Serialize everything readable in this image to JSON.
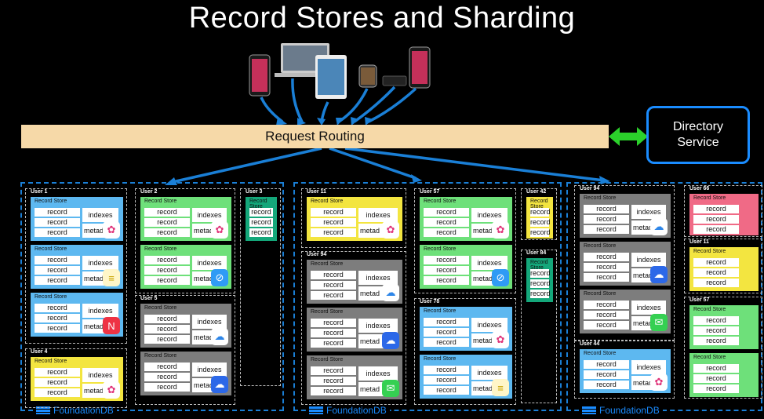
{
  "title": "Record Stores and Sharding",
  "routing_label": "Request Routing",
  "directory_label": "Directory Service",
  "foundationdb_label": "FoundationDB",
  "store_label": "Record Store",
  "record_label": "record",
  "indexes_label": "indexes",
  "metadata_label": "metad",
  "clusters": [
    {
      "users": [
        {
          "label": "User 1",
          "stores": [
            {
              "color": "blue",
              "icon": "photos-icon"
            },
            {
              "color": "blue",
              "icon": "notes-icon"
            },
            {
              "color": "blue",
              "icon": "news-icon"
            }
          ]
        },
        {
          "label": "User 4",
          "stores": [
            {
              "color": "yellow",
              "icon": "photos-icon"
            }
          ]
        },
        {
          "label": "User 2",
          "stores": [
            {
              "color": "green",
              "icon": "photos-icon"
            },
            {
              "color": "green",
              "icon": "safari-icon"
            }
          ]
        },
        {
          "label": "User 5",
          "stores": [
            {
              "color": "gray",
              "icon": "icloud-icon"
            },
            {
              "color": "gray",
              "icon": "icloud-drive-icon"
            }
          ]
        },
        {
          "label": "User 3",
          "stores": [
            {
              "color": "teal",
              "icon": ""
            }
          ]
        }
      ]
    },
    {
      "users": [
        {
          "label": "User 11",
          "stores": [
            {
              "color": "yellow",
              "icon": "photos-icon"
            }
          ]
        },
        {
          "label": "User 94",
          "stores": [
            {
              "color": "gray",
              "icon": "icloud-icon"
            },
            {
              "color": "gray",
              "icon": "icloud-drive-icon"
            },
            {
              "color": "gray",
              "icon": "messages-icon"
            }
          ]
        },
        {
          "label": "User 57",
          "stores": [
            {
              "color": "green",
              "icon": "photos-icon"
            },
            {
              "color": "green",
              "icon": "safari-icon"
            }
          ]
        },
        {
          "label": "User 78",
          "stores": [
            {
              "color": "blue",
              "icon": "photos-icon"
            },
            {
              "color": "blue",
              "icon": "notes-icon"
            }
          ]
        },
        {
          "label": "User 42",
          "stores": [
            {
              "color": "yellow",
              "icon": ""
            }
          ]
        },
        {
          "label": "User 84",
          "stores": [
            {
              "color": "teal",
              "icon": ""
            }
          ]
        }
      ]
    },
    {
      "users": [
        {
          "label": "User 94",
          "stores": [
            {
              "color": "gray",
              "icon": "icloud-icon"
            },
            {
              "color": "gray",
              "icon": "icloud-drive-icon"
            },
            {
              "color": "gray",
              "icon": "messages-icon"
            }
          ]
        },
        {
          "label": "User 44",
          "stores": [
            {
              "color": "blue",
              "icon": "photos-icon"
            }
          ]
        },
        {
          "label": "User 66",
          "stores": [
            {
              "color": "pink",
              "icon": ""
            }
          ]
        },
        {
          "label": "User 11",
          "stores": [
            {
              "color": "yellow",
              "icon": ""
            }
          ]
        },
        {
          "label": "User 57",
          "stores": [
            {
              "color": "green",
              "icon": ""
            },
            {
              "color": "green",
              "icon": ""
            }
          ]
        }
      ]
    }
  ],
  "colors": {
    "blue": "#5db8f0",
    "green": "#6ee07a",
    "gray": "#7d7d7d",
    "yellow": "#f3e540",
    "teal": "#14a77a",
    "pink": "#f06a86",
    "arrow": "#1a7fd6",
    "double_arrow": "#2bd12b"
  }
}
